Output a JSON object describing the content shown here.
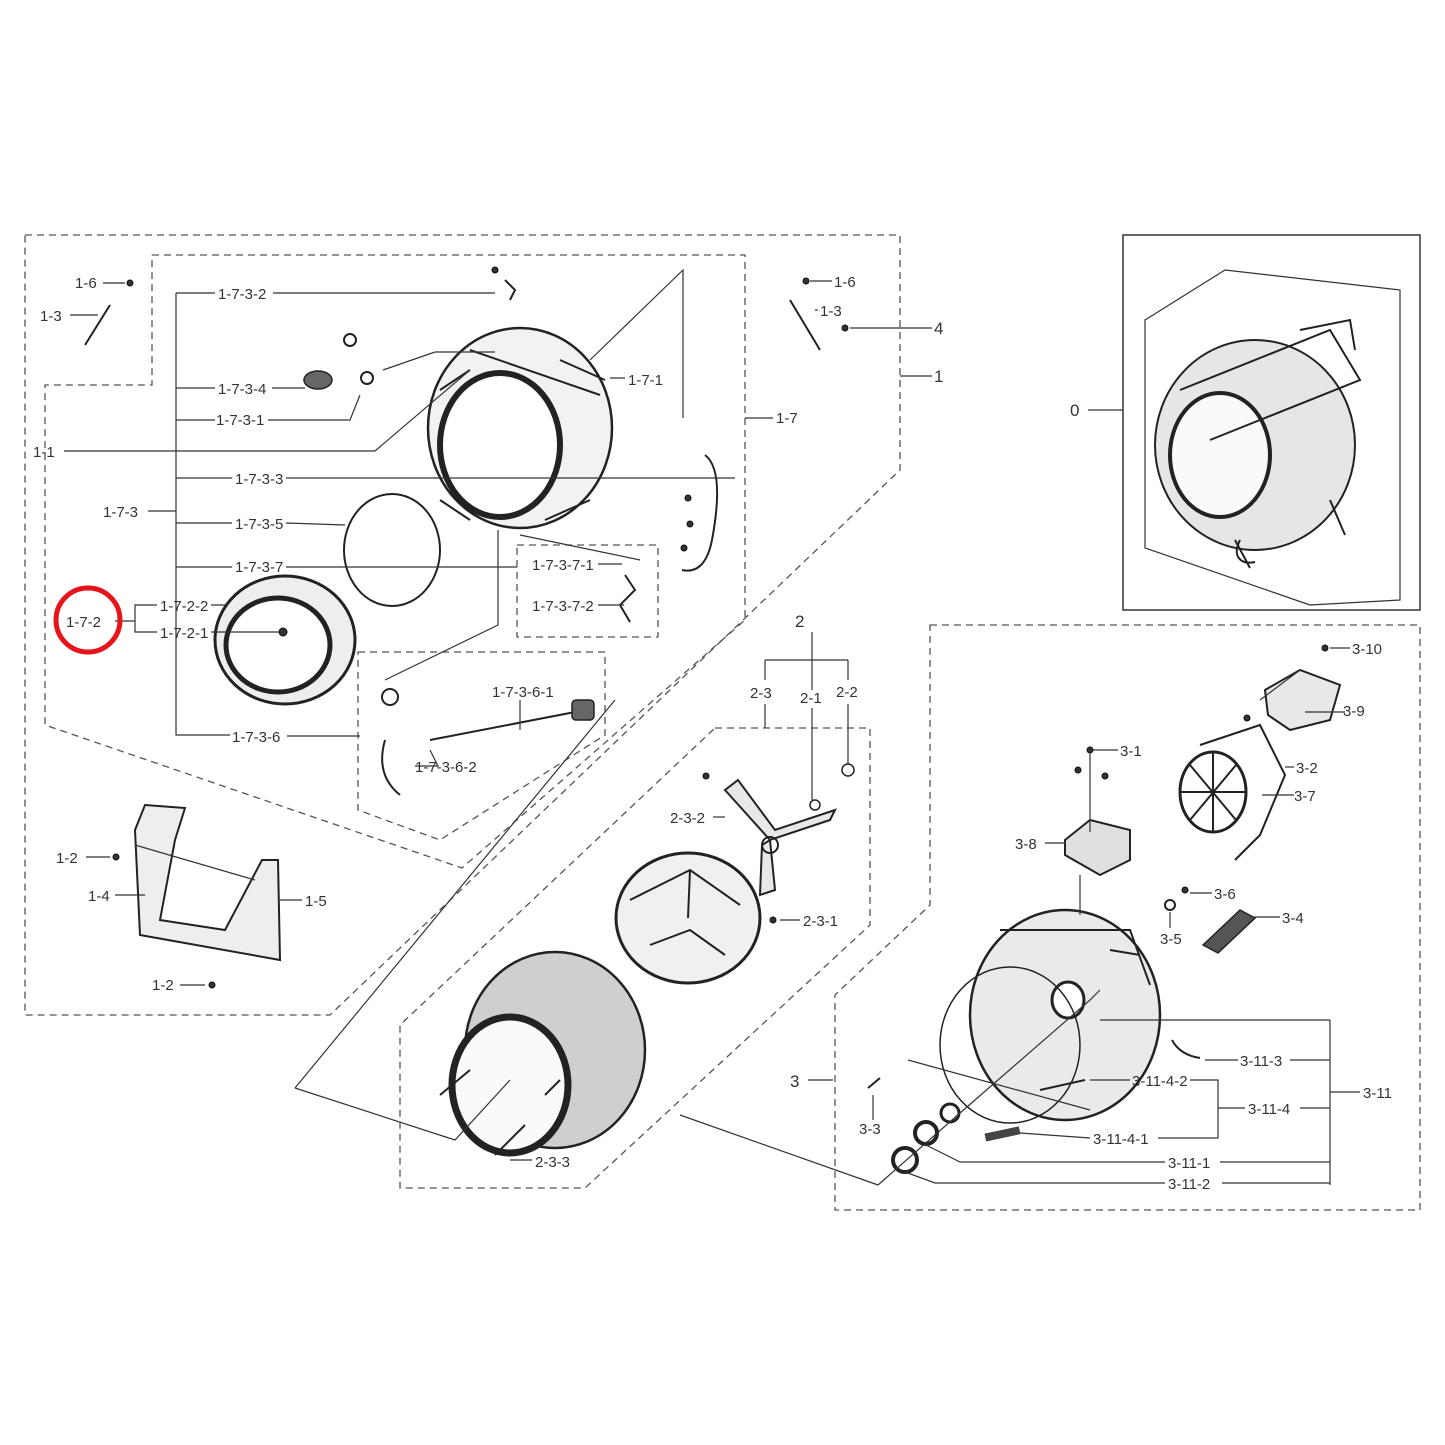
{
  "labels": {
    "l_1_6_a": "1-6",
    "l_1_3_a": "1-3",
    "l_1_7_3_2": "1-7-3-2",
    "l_1_7_3_4": "1-7-3-4",
    "l_1_7_3_1": "1-7-3-1",
    "l_1_1": "1-1",
    "l_1_7_3_3": "1-7-3-3",
    "l_1_7_3": "1-7-3",
    "l_1_7_3_5": "1-7-3-5",
    "l_1_7_3_7": "1-7-3-7",
    "l_1_7_2_2": "1-7-2-2",
    "l_1_7_2": "1-7-2",
    "l_1_7_2_1": "1-7-2-1",
    "l_1_7_3_6": "1-7-3-6",
    "l_1_7_3_6_1": "1-7-3-6-1",
    "l_1_7_3_6_2": "1-7-3-6-2",
    "l_1_7_3_7_1": "1-7-3-7-1",
    "l_1_7_3_7_2": "1-7-3-7-2",
    "l_1_7_1": "1-7-1",
    "l_1_7": "1-7",
    "l_1_6_b": "1-6",
    "l_1_3_b": "1-3",
    "l_4": "4",
    "l_1": "1",
    "l_0": "0",
    "l_1_2_a": "1-2",
    "l_1_4": "1-4",
    "l_1_5": "1-5",
    "l_1_2_b": "1-2",
    "l_2": "2",
    "l_2_3": "2-3",
    "l_2_1": "2-1",
    "l_2_2": "2-2",
    "l_2_3_2": "2-3-2",
    "l_2_3_1": "2-3-1",
    "l_2_3_3": "2-3-3",
    "l_3_10": "3-10",
    "l_3_9": "3-9",
    "l_3_1": "3-1",
    "l_3_2": "3-2",
    "l_3_7": "3-7",
    "l_3_8": "3-8",
    "l_3_6": "3-6",
    "l_3_5": "3-5",
    "l_3_4": "3-4",
    "l_3_11_3": "3-11-3",
    "l_3_11": "3-11",
    "l_3": "3",
    "l_3_11_4_2": "3-11-4-2",
    "l_3_11_4": "3-11-4",
    "l_3_3": "3-3",
    "l_3_11_4_1": "3-11-4-1",
    "l_3_11_1": "3-11-1",
    "l_3_11_2": "3-11-2"
  },
  "highlight": {
    "target": "1-7-2",
    "color": "#e8141c"
  },
  "colors": {
    "line": "#333333",
    "dash": "#555555",
    "background": "#ffffff"
  }
}
